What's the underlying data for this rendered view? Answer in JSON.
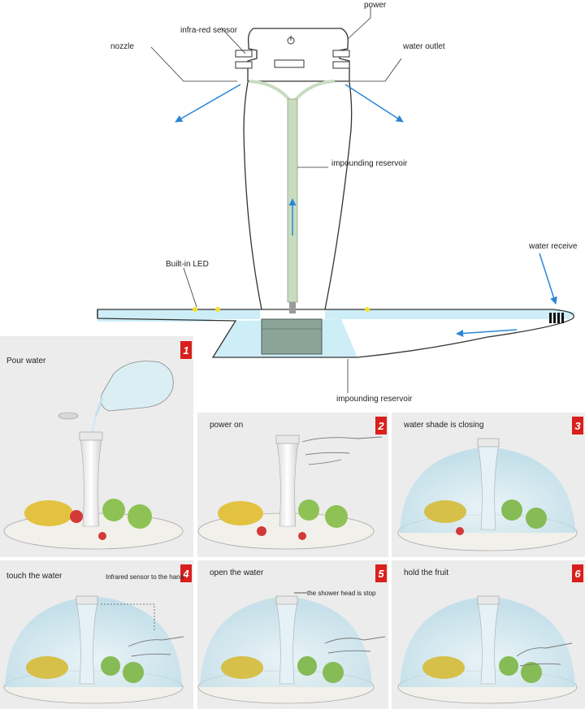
{
  "diagram": {
    "labels": {
      "power": "power",
      "infrared_sensor": "infra-red sensor",
      "nozzle": "nozzle",
      "water_outlet": "water outlet",
      "reservoir_top": "impounding reservoir",
      "built_in_led": "Built-in LED",
      "water_receive": "water receive",
      "reservoir_bottom": "impounding reservoir"
    },
    "colors": {
      "water": "#cdeef7",
      "arrow": "#2a86d6",
      "led": "#f2e12a",
      "tube": "#c9dcc0",
      "badge": "#d9201c",
      "panel_bg": "#ececec"
    }
  },
  "steps": [
    {
      "number": "1",
      "title": "Pour water"
    },
    {
      "number": "2",
      "title": "power on"
    },
    {
      "number": "3",
      "title": "water shade is closing"
    },
    {
      "number": "4",
      "title": "touch the water",
      "note": "Infrared sensor to the hand"
    },
    {
      "number": "5",
      "title": "open the water",
      "note": "the shower head is stop"
    },
    {
      "number": "6",
      "title": "hold the fruit"
    }
  ]
}
